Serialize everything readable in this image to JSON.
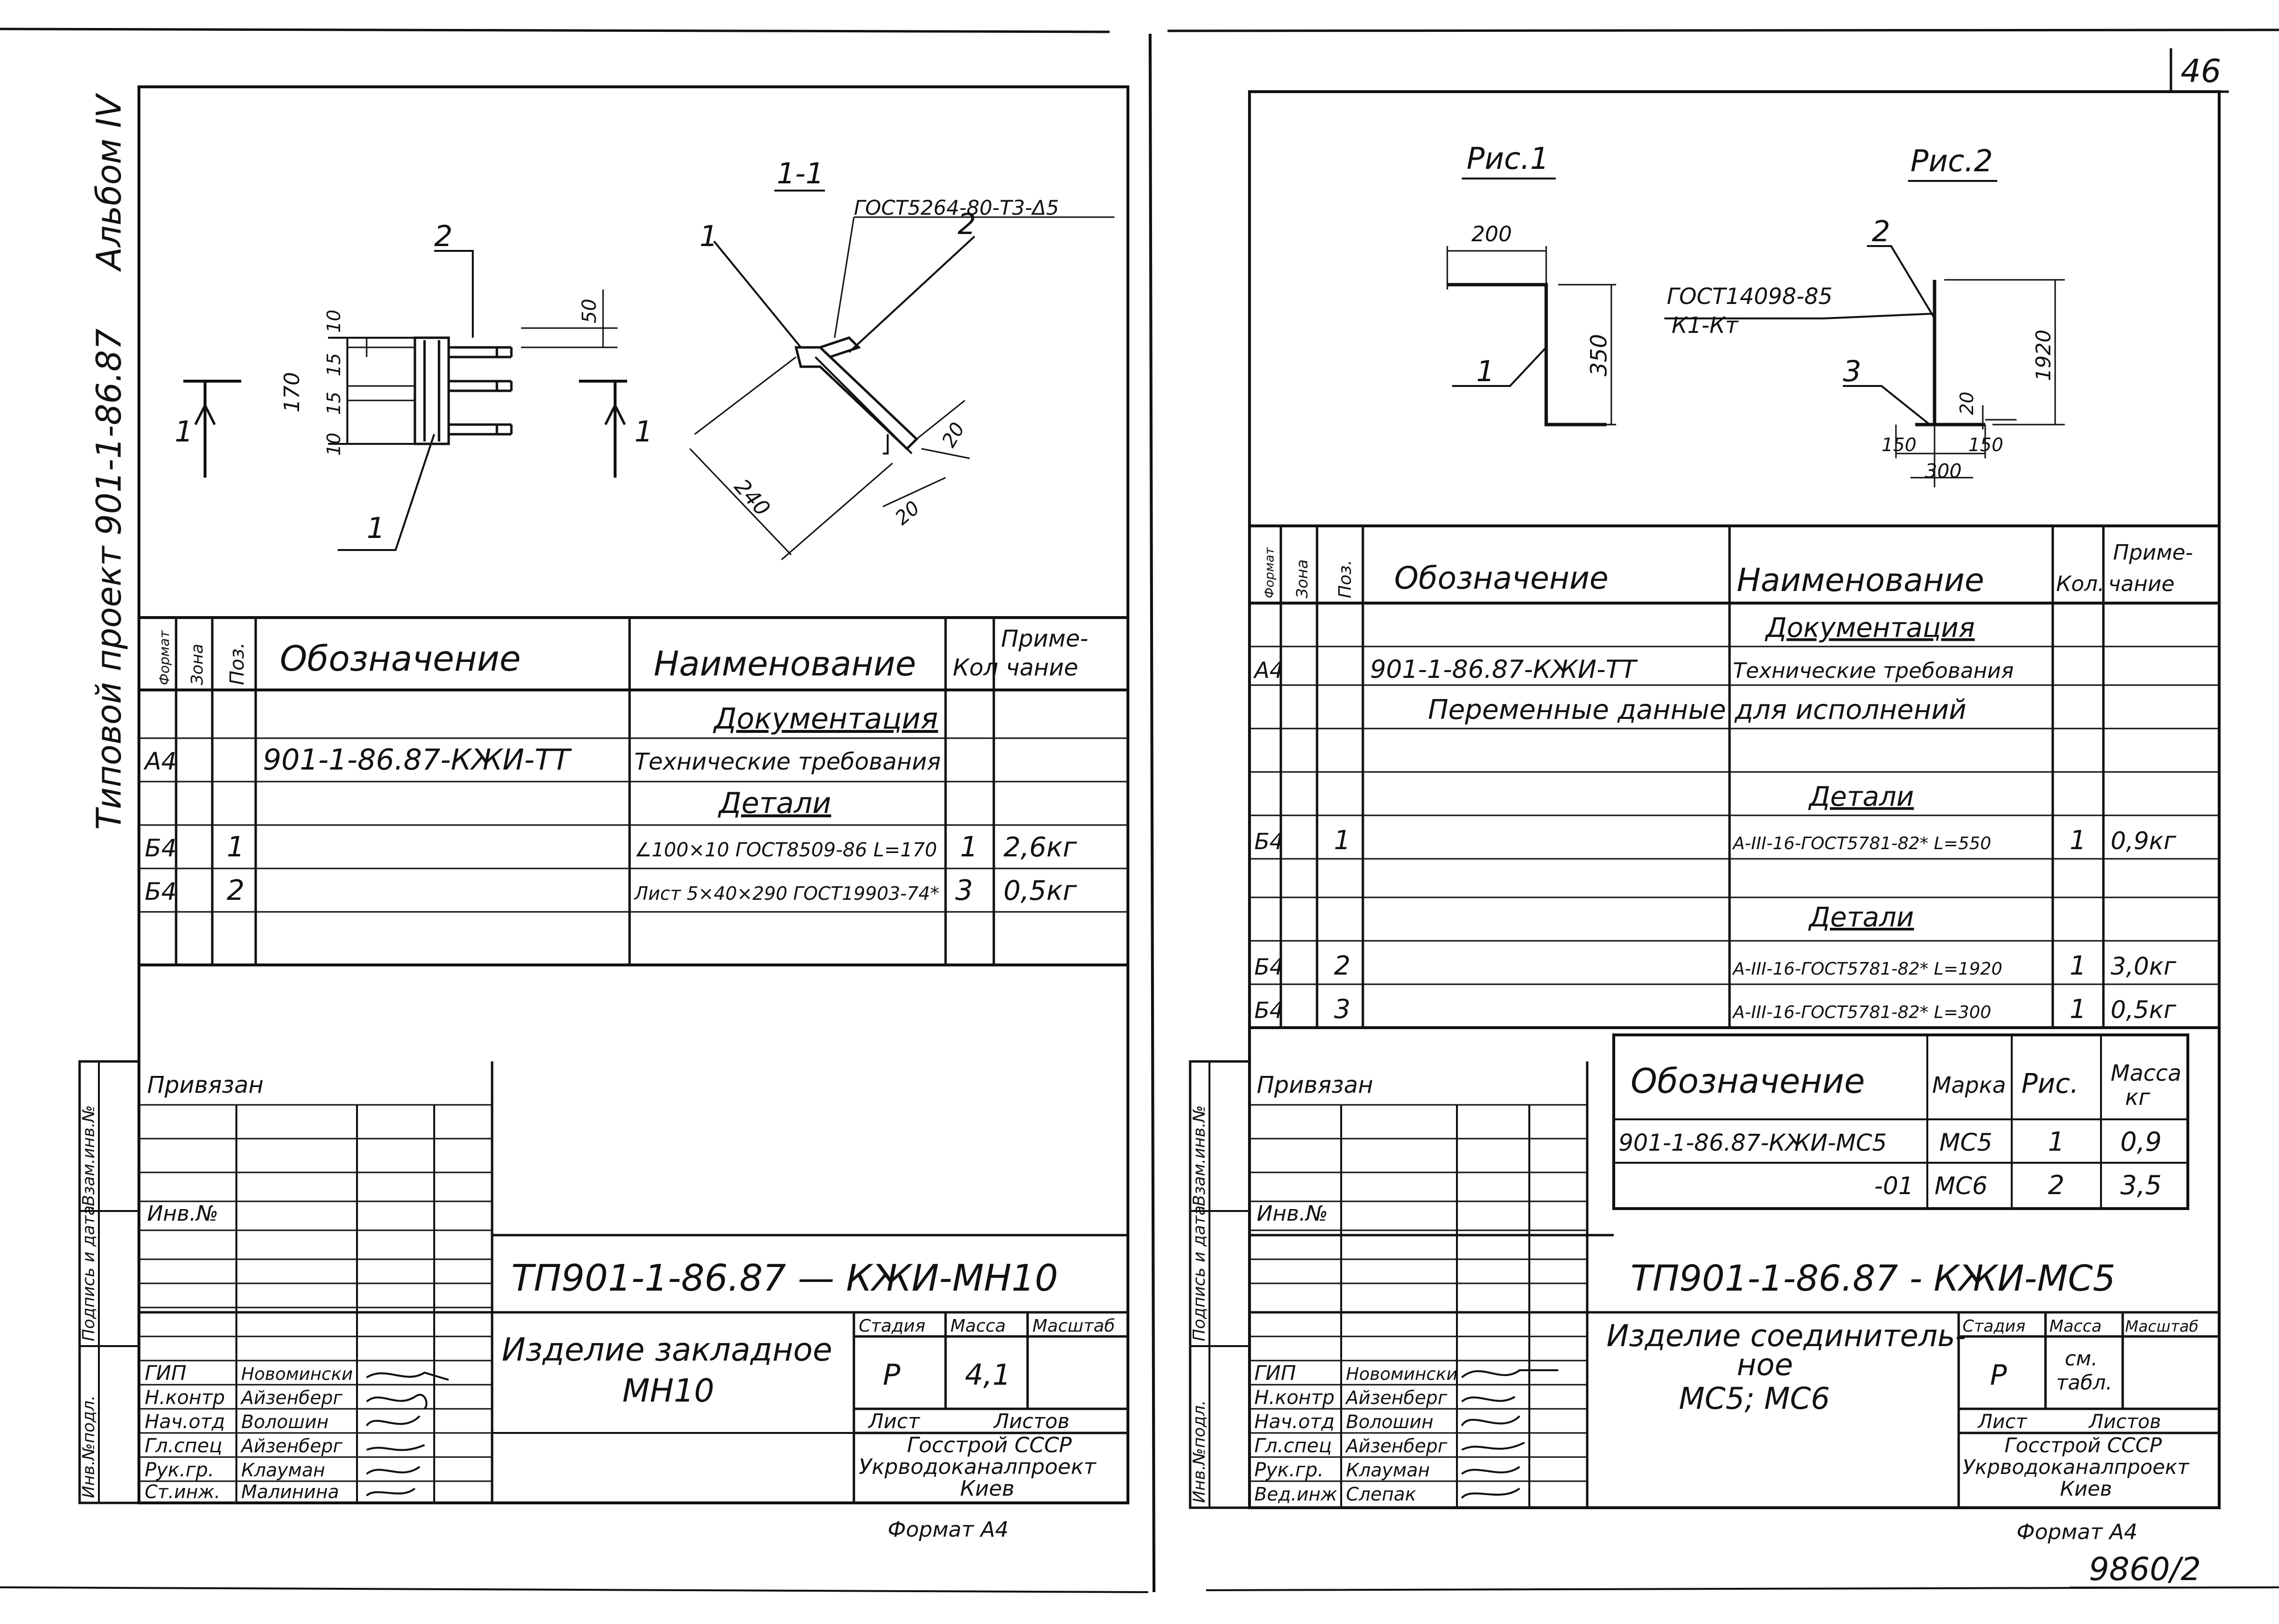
{
  "album_label": "Альбом IV",
  "project_label": "Типовой проект 901-1-86.87",
  "sheet_number": "46",
  "archive_number": "9860/2",
  "left": {
    "section_label": "1-1",
    "gost_profile": "ГОСТ5264-80-Т3-Δ5",
    "dims": {
      "d10a": "10",
      "d15a": "15",
      "d15b": "15",
      "d10b": "10",
      "d170": "170",
      "d50": "50",
      "d240": "240",
      "d20a": "20",
      "d20b": "20"
    },
    "callouts": {
      "c1": "1",
      "c2": "2",
      "s1a": "1",
      "s1b": "1",
      "c1b": "1",
      "c2b": "2"
    },
    "table": {
      "h_format": "Формат",
      "h_zone": "Зона",
      "h_pos": "Поз.",
      "h_designation": "Обозначение",
      "h_name": "Наименование",
      "h_qty": "Кол",
      "h_note": "Приме-\nчание",
      "rows": [
        {
          "fmt": "",
          "zone": "",
          "pos": "",
          "des": "",
          "name": "Документация",
          "qty": "",
          "note": ""
        },
        {
          "fmt": "А4",
          "zone": "",
          "pos": "",
          "des": "901-1-86.87-КЖИ-ТТ",
          "name": "Технические требования",
          "qty": "",
          "note": ""
        },
        {
          "fmt": "",
          "zone": "",
          "pos": "",
          "des": "",
          "name": "Детали",
          "qty": "",
          "note": ""
        },
        {
          "fmt": "Б4",
          "zone": "",
          "pos": "1",
          "des": "",
          "name": "∠100×10 ГОСТ8509-86 L=170",
          "qty": "1",
          "note": "2,6кг"
        },
        {
          "fmt": "Б4",
          "zone": "",
          "pos": "2",
          "des": "",
          "name": "Лист 5×40×290 ГОСТ19903-74*",
          "qty": "3",
          "note": "0,5кг"
        }
      ]
    },
    "stamp": {
      "privyazan": "Привязан",
      "inv_no": "Инв.№",
      "side1": "Взам.инв.№",
      "side2": "Подпись и дата",
      "side3": "Инв.№подл.",
      "code": "ТП901-1-86.87 — КЖИ-МН10",
      "title1": "Изделие закладное",
      "title2": "МН10",
      "stage_h": "Стадия",
      "mass_h": "Масса",
      "scale_h": "Масштаб",
      "stage": "Р",
      "mass": "4,1",
      "sheet_h": "Лист",
      "sheets_h": "Листов",
      "org1": "Госстрой СССР",
      "org2": "Укрводоканалпроект",
      "org3": "Киев",
      "people": [
        {
          "role": "ГИП",
          "name": "Новомински"
        },
        {
          "role": "Н.контр",
          "name": "Айзенберг"
        },
        {
          "role": "Нач.отд",
          "name": "Волошин"
        },
        {
          "role": "Гл.спец",
          "name": "Айзенберг"
        },
        {
          "role": "Рук.гр.",
          "name": "Клауман"
        },
        {
          "role": "Ст.инж.",
          "name": "Малинина"
        }
      ],
      "format": "Формат А4"
    }
  },
  "right": {
    "fig1": "Рис.1",
    "fig2": "Рис.2",
    "gost_weld1": "ГОСТ14098-85",
    "gost_weld2": "К1-Кт",
    "dims": {
      "d200": "200",
      "d350": "350",
      "d1920": "1920",
      "d20": "20",
      "d150a": "150",
      "d150b": "150",
      "d300": "300"
    },
    "callouts": {
      "c1": "1",
      "c2": "2",
      "c3": "3"
    },
    "table": {
      "h_format": "Формат",
      "h_zone": "Зона",
      "h_pos": "Поз.",
      "h_designation": "Обозначение",
      "h_name": "Наименование",
      "h_qty": "Кол.",
      "h_note": "Приме-\nчание",
      "rows": [
        {
          "fmt": "",
          "pos": "",
          "des": "",
          "name": "Документация",
          "qty": "",
          "note": ""
        },
        {
          "fmt": "А4",
          "pos": "",
          "des": "901-1-86.87-КЖИ-ТТ",
          "name": "Технические требования",
          "qty": "",
          "note": ""
        },
        {
          "fmt": "",
          "pos": "",
          "des": "",
          "name": "",
          "qty": "",
          "note": ""
        },
        {
          "fmt": "",
          "pos": "",
          "des": "",
          "name": "",
          "qty": "",
          "note": ""
        },
        {
          "fmt": "",
          "pos": "",
          "des": "",
          "name": "Детали",
          "qty": "",
          "note": ""
        },
        {
          "fmt": "Б4",
          "pos": "1",
          "des": "",
          "name": "А-III-16-ГОСТ5781-82* L=550",
          "qty": "1",
          "note": "0,9кг"
        },
        {
          "fmt": "",
          "pos": "",
          "des": "",
          "name": "",
          "qty": "",
          "note": ""
        },
        {
          "fmt": "",
          "pos": "",
          "des": "",
          "name": "Детали",
          "qty": "",
          "note": ""
        },
        {
          "fmt": "Б4",
          "pos": "2",
          "des": "",
          "name": "А-III-16-ГОСТ5781-82* L=1920",
          "qty": "1",
          "note": "3,0кг"
        },
        {
          "fmt": "Б4",
          "pos": "3",
          "des": "",
          "name": "А-III-16-ГОСТ5781-82* L=300",
          "qty": "1",
          "note": "0,5кг"
        }
      ],
      "variable_data": "Переменные данные для исполнений"
    },
    "variants": {
      "h_des": "Обозначение",
      "h_mark": "Марка",
      "h_fig": "Рис.",
      "h_mass": "Масса\nкг",
      "rows": [
        {
          "des": "901-1-86.87-КЖИ-МС5",
          "mark": "МС5",
          "fig": "1",
          "mass": "0,9"
        },
        {
          "des": "-01",
          "mark": "МС6",
          "fig": "2",
          "mass": "3,5"
        }
      ]
    },
    "stamp": {
      "privyazan": "Привязан",
      "inv_no": "Инв.№",
      "side1": "Взам.инв.№",
      "side2": "Подпись и дата",
      "side3": "Инв.№подл.",
      "code": "ТП901-1-86.87 - КЖИ-МС5",
      "title1": "Изделие соединитель-",
      "title2": "ное",
      "title3": "МС5; МС6",
      "stage_h": "Стадия",
      "mass_h": "Масса",
      "scale_h": "Масштаб",
      "stage": "Р",
      "mass": "см.\nтабл.",
      "sheet_h": "Лист",
      "sheets_h": "Листов",
      "org1": "Госстрой СССР",
      "org2": "Укрводоканалпроект",
      "org3": "Киев",
      "people": [
        {
          "role": "ГИП",
          "name": "Новомински"
        },
        {
          "role": "Н.контр",
          "name": "Айзенберг"
        },
        {
          "role": "Нач.отд",
          "name": "Волошин"
        },
        {
          "role": "Гл.спец",
          "name": "Айзенберг"
        },
        {
          "role": "Рук.гр.",
          "name": "Клауман"
        },
        {
          "role": "Вед.инж",
          "name": "Слепак"
        }
      ],
      "format": "Формат А4"
    }
  }
}
